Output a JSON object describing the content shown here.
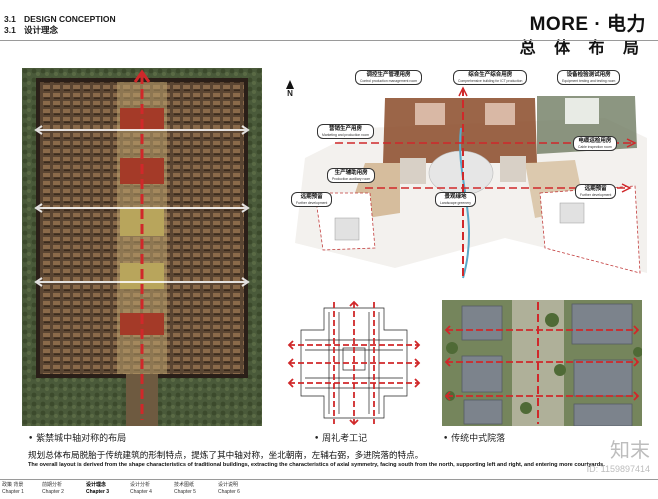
{
  "header": {
    "section_num": "3.1",
    "section_title_en": "DESIGN CONCEPTION",
    "sub_num": "3.1",
    "sub_title_cn": "设计理念",
    "brand": "MORE · 电力",
    "page_title": "总 体 布 局"
  },
  "site_plan": {
    "labels": [
      {
        "cn": "调控生产管理用房",
        "en": "Control production management room"
      },
      {
        "cn": "综合生产综合用房",
        "en": "Comprehensive building for ICT production"
      },
      {
        "cn": "设备检验测试用房",
        "en": "Equipment testing and testing room"
      },
      {
        "cn": "营销生产用房",
        "en": "Marketing and production room"
      },
      {
        "cn": "电缆运检用房",
        "en": "Cable inspection room"
      },
      {
        "cn": "生产辅助用房",
        "en": "Production auxiliary room"
      },
      {
        "cn": "远期预留",
        "en": "Further development"
      },
      {
        "cn": "景观绿地",
        "en": "Landscape greenery"
      },
      {
        "cn": "远期预留",
        "en": "Further development"
      }
    ],
    "compass": "N"
  },
  "captions": {
    "forbidden_city": "• 紫禁城中轴对称的布局",
    "zhouli": "• 周礼考工记",
    "courtyard": "• 传统中式院落"
  },
  "description": {
    "cn": "规划总体布局脱胎于传统建筑的形制特点，提炼了其中轴对称，坐北朝南，左辅右弼，多进院落的特点。",
    "en": "The overall layout is derived from the shape characteristics of traditional buildings, extracting the characteristics of axial symmetry, facing south from the north, supporting left and right, and entering more courtyards."
  },
  "footer": {
    "items": [
      {
        "cn": "政策 背景",
        "en": "Chapter 1",
        "active": false
      },
      {
        "cn": "前期分析",
        "en": "Chapter 2",
        "active": false
      },
      {
        "cn": "设计理念",
        "en": "Chapter 3",
        "active": true
      },
      {
        "cn": "设计分析",
        "en": "Chapter 4",
        "active": false
      },
      {
        "cn": "技术图纸",
        "en": "Chapter 5",
        "active": false
      },
      {
        "cn": "设计说明",
        "en": "Chapter 6",
        "active": false
      }
    ]
  },
  "watermark": {
    "logo": "知末",
    "id": "ID: 1159897414"
  },
  "colors": {
    "axis_red": "#d0282a",
    "roof_brown": "#8a4a28",
    "site_tan": "#c9a77a"
  }
}
